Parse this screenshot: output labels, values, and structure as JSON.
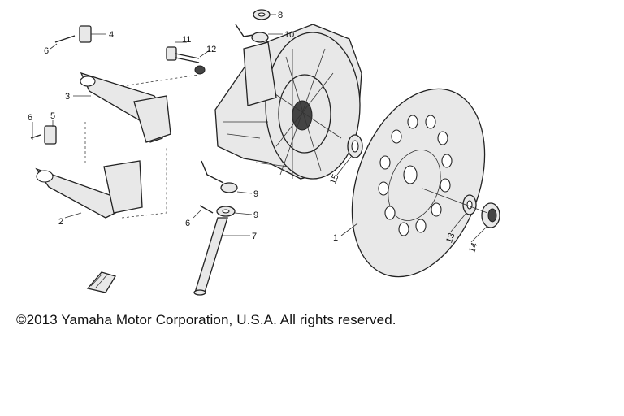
{
  "callouts": {
    "c1": "1",
    "c2": "2",
    "c3": "3",
    "c4": "4",
    "c5": "5",
    "c6a": "6",
    "c6b": "6",
    "c6c": "6",
    "c7": "7",
    "c8": "8",
    "c9a": "9",
    "c9b": "9",
    "c10": "10",
    "c11": "11",
    "c12": "12",
    "c13": "13",
    "c14": "14",
    "c15": "15"
  },
  "copyright": "©2013 Yamaha Motor Corporation, U.S.A. All rights reserved."
}
